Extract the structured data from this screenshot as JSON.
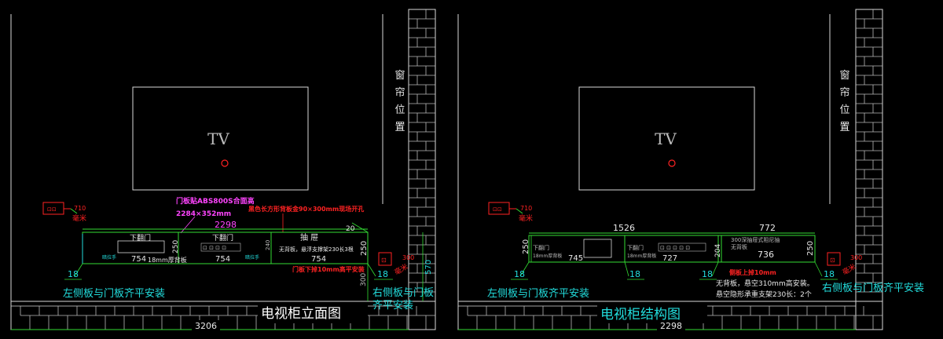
{
  "colors": {
    "wall": "#d8d8d8",
    "green": "#33dd33",
    "cyan": "#22dddd",
    "magenta": "#ff44ff",
    "red": "#ff2222",
    "white": "#e8e8e8"
  },
  "left": {
    "tv_label": "TV",
    "window_chars": [
      "窗",
      "帘",
      "位",
      "置"
    ],
    "socket_dim": "710",
    "socket_unit": "毫米",
    "note_magenta_1": "门板贴ABS800S合面高",
    "note_magenta_2": "2284×352mm",
    "note_red_top": "黑色长方形背板金90×300mm现场开孔",
    "dim_total": "2298",
    "door1": "下翻门",
    "door2": "下翻门",
    "drawer": "抽  屉",
    "drawer_note": "无背板，悬浮支撑架230长3根",
    "dim_a": "754",
    "dim_b": "754",
    "dim_c": "754",
    "back_board": "18mm厚背板",
    "hinge_a": "暗拉手",
    "hinge_b": "暗拉手",
    "dim_h250": "250",
    "dim_h240": "240",
    "dim_h20": "20",
    "dim_right250": "250",
    "dim_right300": "300",
    "dim_right570": "570",
    "dim_300_vert": "300",
    "red_bottom": "门板下掉10mm高平安装",
    "socket_dim_right": "300",
    "socket_unit_right": "毫米",
    "dim_18_left": "18",
    "dim_18_right": "18",
    "caption_left": "左侧板与门板齐平安装",
    "caption_right_1": "右侧板与门板",
    "caption_right_2": "齐平安装",
    "dim_floor": "3206",
    "title": "电视柜立面图"
  },
  "right": {
    "tv_label": "TV",
    "window_chars": [
      "窗",
      "帘",
      "位",
      "置"
    ],
    "socket_dim": "710",
    "socket_unit": "毫米",
    "dim_1526": "1526",
    "dim_772": "772",
    "dim_250_left": "250",
    "dim_745": "745",
    "dim_727": "727",
    "dim_204": "204",
    "dim_736": "736",
    "dim_250_right": "250",
    "door1": "下翻门",
    "door1_sub": "18mm厚背板",
    "door2": "下翻门",
    "door2_sub": "18mm厚背板",
    "shelf_note_1": "300深抽屉式阻尼抽",
    "shelf_note_2": "无背板",
    "red_note": "侧板上掉10mm",
    "dim_18_a": "18",
    "dim_18_b": "18",
    "dim_18_c": "18",
    "dim_18_d": "18",
    "note_1": "无背板，悬空310mm高安装。",
    "note_2": "悬空隐形承重支架230长：2个",
    "caption_left": "左侧板与门板齐平安装",
    "caption_right": "右侧板与门板齐平安装",
    "socket_dim_right": "300",
    "socket_unit_right": "毫米",
    "dim_floor": "2298",
    "title": "电视柜结构图"
  }
}
